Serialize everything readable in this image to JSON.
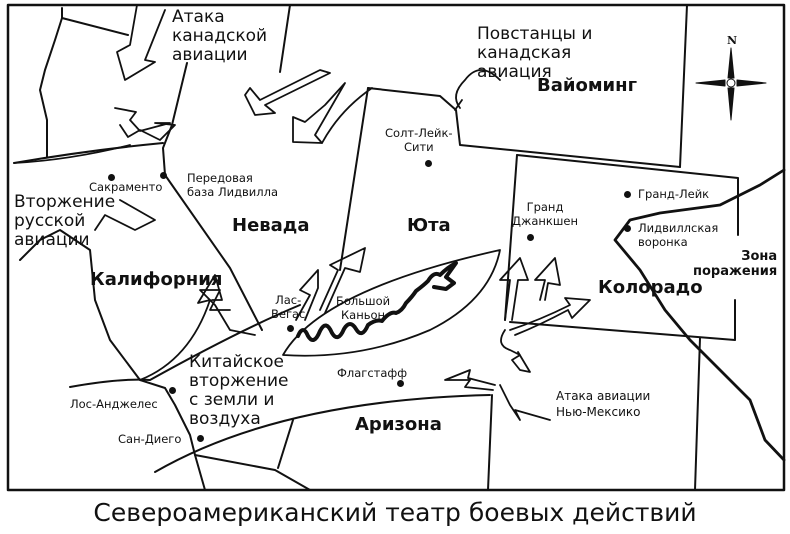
{
  "title": "Североамериканский театр боевых действий",
  "compass": {
    "north_label": "N",
    "icon": "compass-rose-icon"
  },
  "states": {
    "nevada": "Невада",
    "utah": "Юта",
    "wyoming": "Вайоминг",
    "california": "Калифорния",
    "colorado": "Колорадо",
    "arizona": "Аризона"
  },
  "cities": {
    "salt_lake": [
      "Солт-Лейк-",
      "Сити"
    ],
    "sacramento": "Сакраменто",
    "leadville_base": [
      "Передовая",
      "база Лидвилла"
    ],
    "grand_junction": [
      "Гранд",
      "Джанкшен"
    ],
    "grand_lake": "Гранд-Лейк",
    "leadville_crater": [
      "Лидвиллская",
      "воронка"
    ],
    "las_vegas": [
      "Лас-",
      "Вегас"
    ],
    "grand_canyon": [
      "Большой",
      "Каньон"
    ],
    "flagstaff": "Флагстафф",
    "los_angeles": "Лос-Анджелес",
    "san_diego": "Сан-Диего"
  },
  "annotations": {
    "canadian_air": [
      "Атака",
      "канадской",
      "авиации"
    ],
    "rebels_canadian": [
      "Повстанцы и",
      "канадская",
      "авиация"
    ],
    "russian_invasion": [
      "Вторжение",
      "русской",
      "авиации"
    ],
    "chinese_invasion": [
      "Китайское",
      "вторжение",
      "с земли и",
      "воздуха"
    ],
    "new_mexico_air": [
      "Атака авиации",
      "Нью-Мексико"
    ],
    "impact_zone": [
      "Зона",
      "поражения"
    ]
  }
}
